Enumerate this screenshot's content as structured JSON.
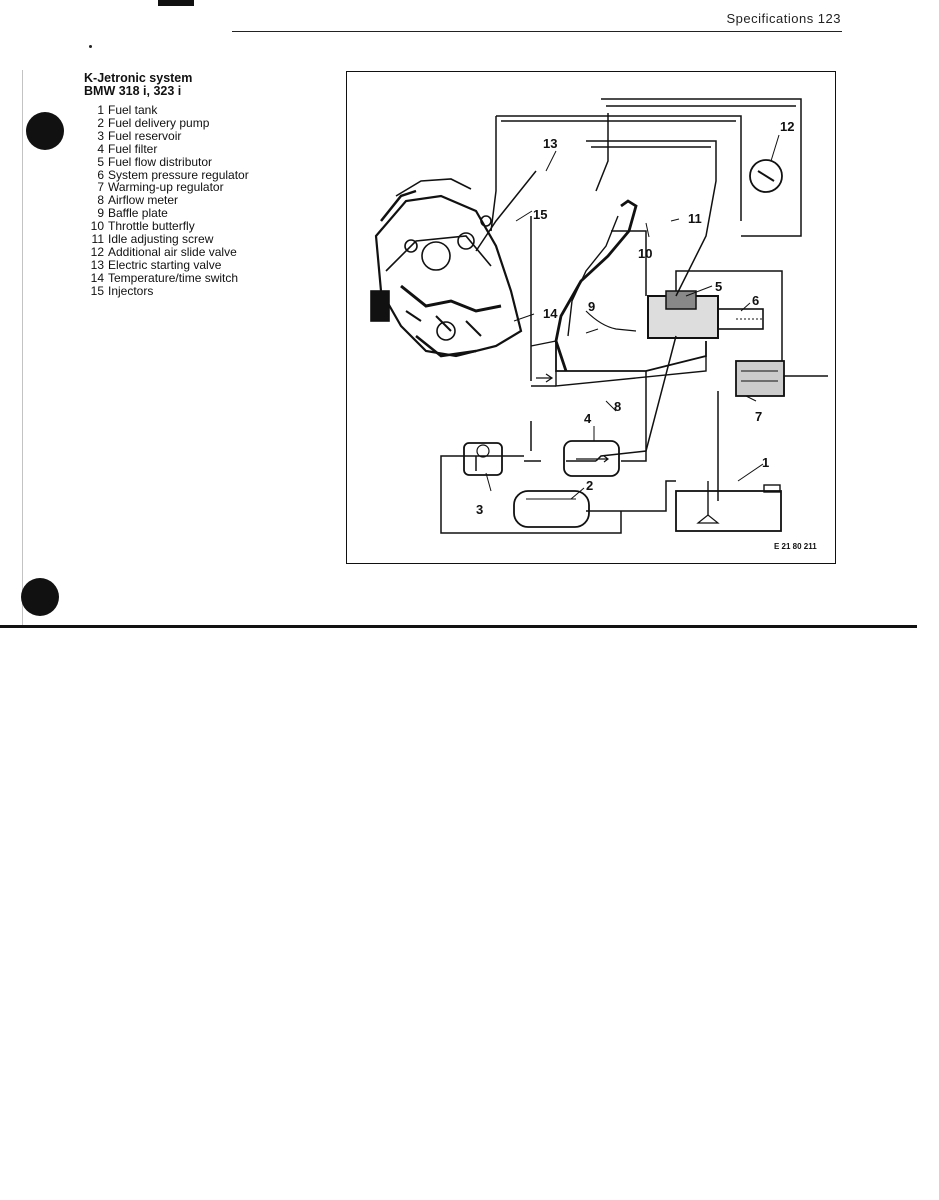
{
  "header": {
    "text": "Specifications  123"
  },
  "title": {
    "line1": "K-Jetronic system",
    "line2": "BMW 318 i, 323 i"
  },
  "legend": [
    {
      "num": "1",
      "label": "Fuel tank"
    },
    {
      "num": "2",
      "label": "Fuel delivery pump"
    },
    {
      "num": "3",
      "label": "Fuel reservoir"
    },
    {
      "num": "4",
      "label": "Fuel filter"
    },
    {
      "num": "5",
      "label": "Fuel flow distributor"
    },
    {
      "num": "6",
      "label": "System pressure regulator"
    },
    {
      "num": "7",
      "label": "Warming-up regulator"
    },
    {
      "num": "8",
      "label": "Airflow meter"
    },
    {
      "num": "9",
      "label": "Baffle plate"
    },
    {
      "num": "10",
      "label": "Throttle butterfly"
    },
    {
      "num": "11",
      "label": "Idle adjusting screw"
    },
    {
      "num": "12",
      "label": "Additional air slide valve"
    },
    {
      "num": "13",
      "label": "Electric starting valve"
    },
    {
      "num": "14",
      "label": "Temperature/time switch"
    },
    {
      "num": "15",
      "label": "Injectors"
    }
  ],
  "figure": {
    "code": "E 21 80 211",
    "callouts": [
      "1",
      "2",
      "3",
      "4",
      "5",
      "6",
      "7",
      "8",
      "9",
      "10",
      "11",
      "12",
      "13",
      "14",
      "15"
    ]
  }
}
